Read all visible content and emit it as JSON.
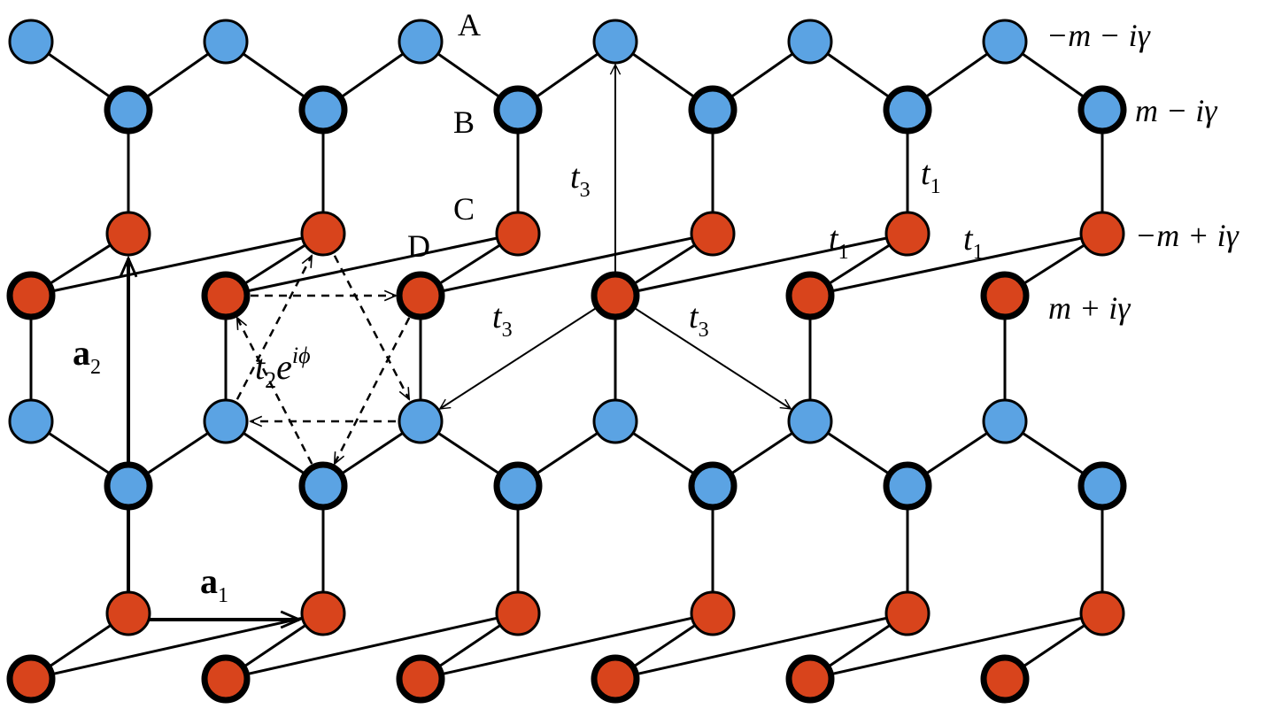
{
  "colors": {
    "blue": "#5ba3e3",
    "red": "#d8441c",
    "bond": "#000000"
  },
  "sublattice_labels": {
    "A": "A",
    "B": "B",
    "C": "C",
    "D": "D"
  },
  "onsite_labels": {
    "row_a": "−m − iγ",
    "row_b": "m − iγ",
    "row_c": "−m + iγ",
    "row_d": "m + iγ"
  },
  "hopping_labels": {
    "t1": "t",
    "t1_sub": "1",
    "t3": "t",
    "t3_sub": "3",
    "t2": "t",
    "t2_sub": "2",
    "t2_phase_base": "e",
    "t2_phase_sup": "iϕ"
  },
  "lattice_vectors": {
    "a1": "a",
    "a1_sub": "1",
    "a2": "a",
    "a2_sub": "2"
  }
}
